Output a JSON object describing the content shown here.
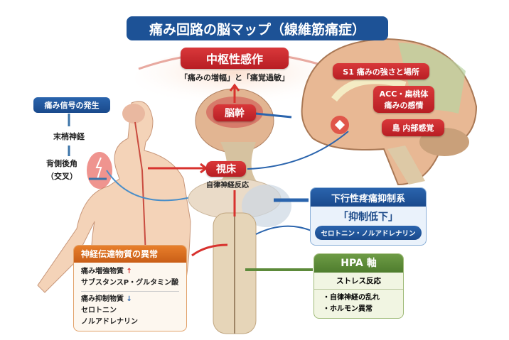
{
  "title": "痛み回路の脳マップ（線維筋痛症）",
  "central": {
    "label": "中枢性感作",
    "subtitle": "「痛みの増幅」と「痛覚過敏」"
  },
  "brainstem": "脳幹",
  "thalamus": {
    "label": "視床",
    "sub": "自律神経反応"
  },
  "cortex": {
    "s1": "S1 痛みの強さと場所",
    "acc_line1": "ACC・扁桃体",
    "acc_line2": "痛みの感情",
    "insula": "島 内部感覚"
  },
  "left": {
    "signal": "痛み信号の発生",
    "peripheral": "末梢神経",
    "dorsal_horn": "背側後角",
    "cross": "（交叉）"
  },
  "descending": {
    "title": "下行性疼痛抑制系",
    "status": "「抑制低下」",
    "transmitters": "セロトニン・ノルアドレナリン"
  },
  "neuro": {
    "title": "神経伝達物質の異常",
    "promote": "痛み増強物質",
    "promote_arrow": "↑",
    "promote_items": "サブスタンスP・グルタミン酸",
    "inhibit": "痛み抑制物質",
    "inhibit_arrow": "↓",
    "inhibit_item1": "セロトニン",
    "inhibit_item2": "ノルアドレナリン"
  },
  "hpa": {
    "title": "HPA 軸",
    "sub": "ストレス反応",
    "item1": "・自律神経の乱れ",
    "item2": "・ホルモン異常"
  },
  "colors": {
    "navy": "#1d5296",
    "red": "#c8282d",
    "orange": "#d96a1e",
    "green": "#5c8a3a"
  }
}
